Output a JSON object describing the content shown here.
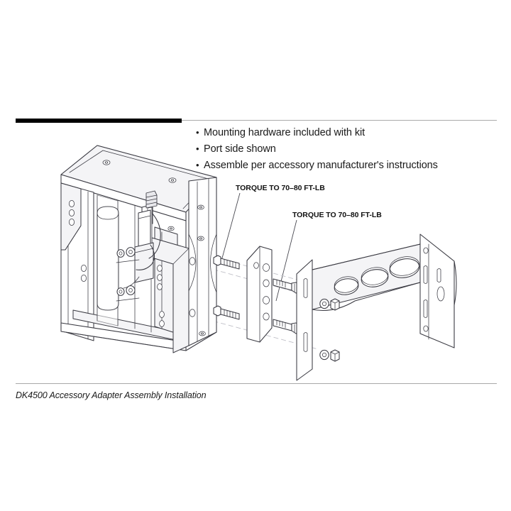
{
  "page": {
    "background_color": "#ffffff",
    "ink_color": "#1a1a1a"
  },
  "header": {
    "rule_black_color": "#000000",
    "rule_thin_color": "#aaaaaa"
  },
  "notes": {
    "bullet_glyph": "•",
    "items": [
      "Mounting hardware included with kit",
      "Port side shown",
      "Assemble per accessory manufacturer's instructions"
    ]
  },
  "callouts": [
    {
      "label": "TORQUE TO 70–80 FT-LB"
    },
    {
      "label": "TORQUE TO 70–80 FT-LB"
    }
  ],
  "footer": {
    "caption": "DK4500 Accessory Adapter Assembly Installation",
    "rule_color": "#a8a8a8"
  },
  "illustration": {
    "title": "Exploded isometric assembly drawing",
    "parts": [
      "quick-attach-mount-plate",
      "hydraulic-cylinder",
      "hex-bolt",
      "spacer-plate",
      "accessory-adapter-bracket",
      "flat-washer",
      "hex-nut"
    ],
    "line_color": "#3a3a42",
    "centerline_color": "#c0c0c8"
  }
}
